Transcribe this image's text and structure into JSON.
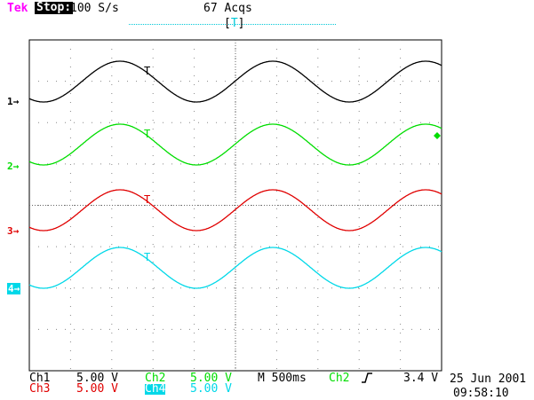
{
  "header": {
    "brand": "Tek",
    "mode": "Stop:",
    "sample_rate": "100 S/s",
    "acquisitions": "67 Acqs",
    "trigger_position_open": "[",
    "trigger_position_mark": "T",
    "trigger_position_close": "]"
  },
  "channels": [
    {
      "marker": "1→",
      "color": "#000000"
    },
    {
      "marker": "2→",
      "color": "#00dd00"
    },
    {
      "marker": "3→",
      "color": "#e00000"
    },
    {
      "marker": "4→",
      "color": "#00d8e8"
    }
  ],
  "status": {
    "ch1_label": "Ch1",
    "ch1_scale": "5.00 V",
    "ch2_label": "Ch2",
    "ch2_scale": "5.00 V",
    "ch3_label": "Ch3",
    "ch3_scale": "5.00 V",
    "ch4_label": "Ch4",
    "ch4_scale": "5.00 V",
    "timebase": "M 500ms",
    "trigger_source": "Ch2",
    "trigger_slope_icon": "rising-edge-icon",
    "trigger_level": "3.4 V",
    "date": "25 Jun 2001",
    "time": "09:58:10"
  }
}
